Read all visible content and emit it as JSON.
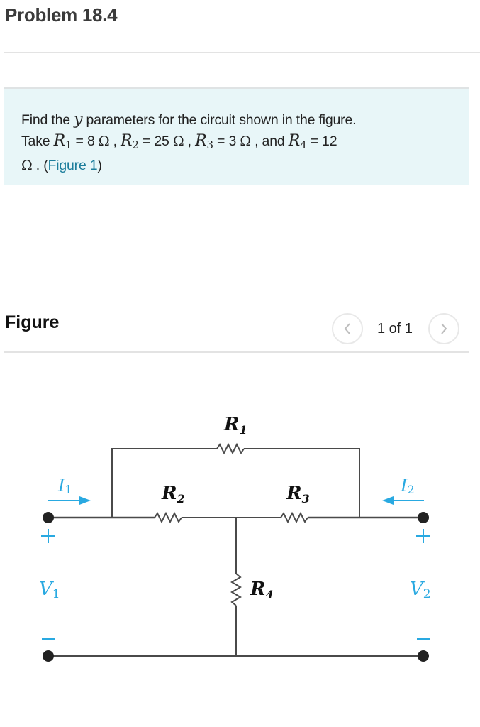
{
  "header": {
    "title": "Problem 18.4"
  },
  "problem": {
    "line1_pre": "Find the ",
    "var_y": "y",
    "line1_post": " parameters for the circuit shown in the figure.",
    "take": "Take ",
    "r_symbol": "R",
    "r1_sub": "1",
    "r1_val": " = 8 ",
    "r2_sub": "2",
    "r2_val": " = 25 ",
    "r3_sub": "3",
    "r3_val": " = 3 ",
    "r4_sub": "4",
    "r4_val": " = 12",
    "omega": "Ω",
    "comma": " , ",
    "and": " , and ",
    "period": " . ",
    "figure_link_open": "(",
    "figure_link": "Figure 1",
    "figure_link_close": ")"
  },
  "figure": {
    "heading": "Figure",
    "page_indicator": "1 of 1",
    "prev_icon": "‹",
    "next_icon": "›"
  },
  "circuit": {
    "labels": {
      "R1": "R",
      "R1_sub": "1",
      "R2": "R",
      "R2_sub": "2",
      "R3": "R",
      "R3_sub": "3",
      "R4": "R",
      "R4_sub": "4",
      "I1": "I",
      "I1_sub": "1",
      "I2": "I",
      "I2_sub": "2",
      "V1": "V",
      "V1_sub": "1",
      "V2": "V",
      "V2_sub": "2",
      "plus": "+",
      "minus": "−"
    },
    "colors": {
      "wire": "#4a4a4a",
      "accent": "#29a9e1",
      "terminal": "#222222"
    }
  },
  "colors": {
    "problem_bg": "#e8f6f8",
    "link": "#1d7e9c"
  }
}
